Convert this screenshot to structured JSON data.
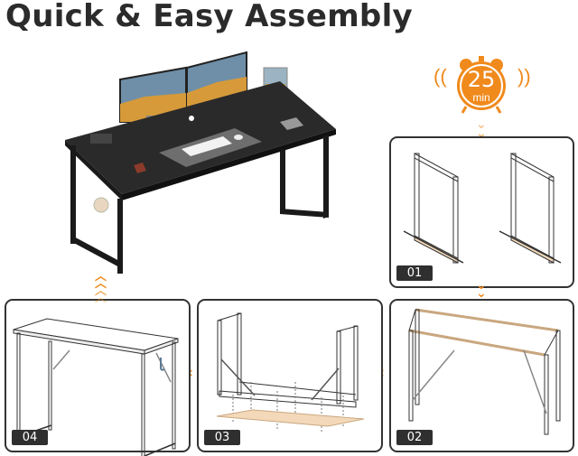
{
  "title": "Quick & Easy Assembly",
  "timer": {
    "value": "25",
    "unit": "min",
    "color": "#f08a1c"
  },
  "steps": [
    {
      "id": "01",
      "label": "01",
      "description": "Two side leg frames with bottom bars"
    },
    {
      "id": "02",
      "label": "02",
      "description": "Frame connected with top beams and cross braces"
    },
    {
      "id": "03",
      "label": "03",
      "description": "Upside-down frame attached to wooden desktop"
    },
    {
      "id": "04",
      "label": "04",
      "description": "Completed desk with headphone hook"
    }
  ],
  "hero": {
    "description": "Black computer desk with dual monitors, keyboard, mouse pad and headphone hook"
  },
  "colors": {
    "accent": "#f08a1c",
    "panel_border": "#333333",
    "badge_bg": "#2f2f2f",
    "desk_top": "#2a2a2a",
    "wood": "#f3d9b9"
  }
}
